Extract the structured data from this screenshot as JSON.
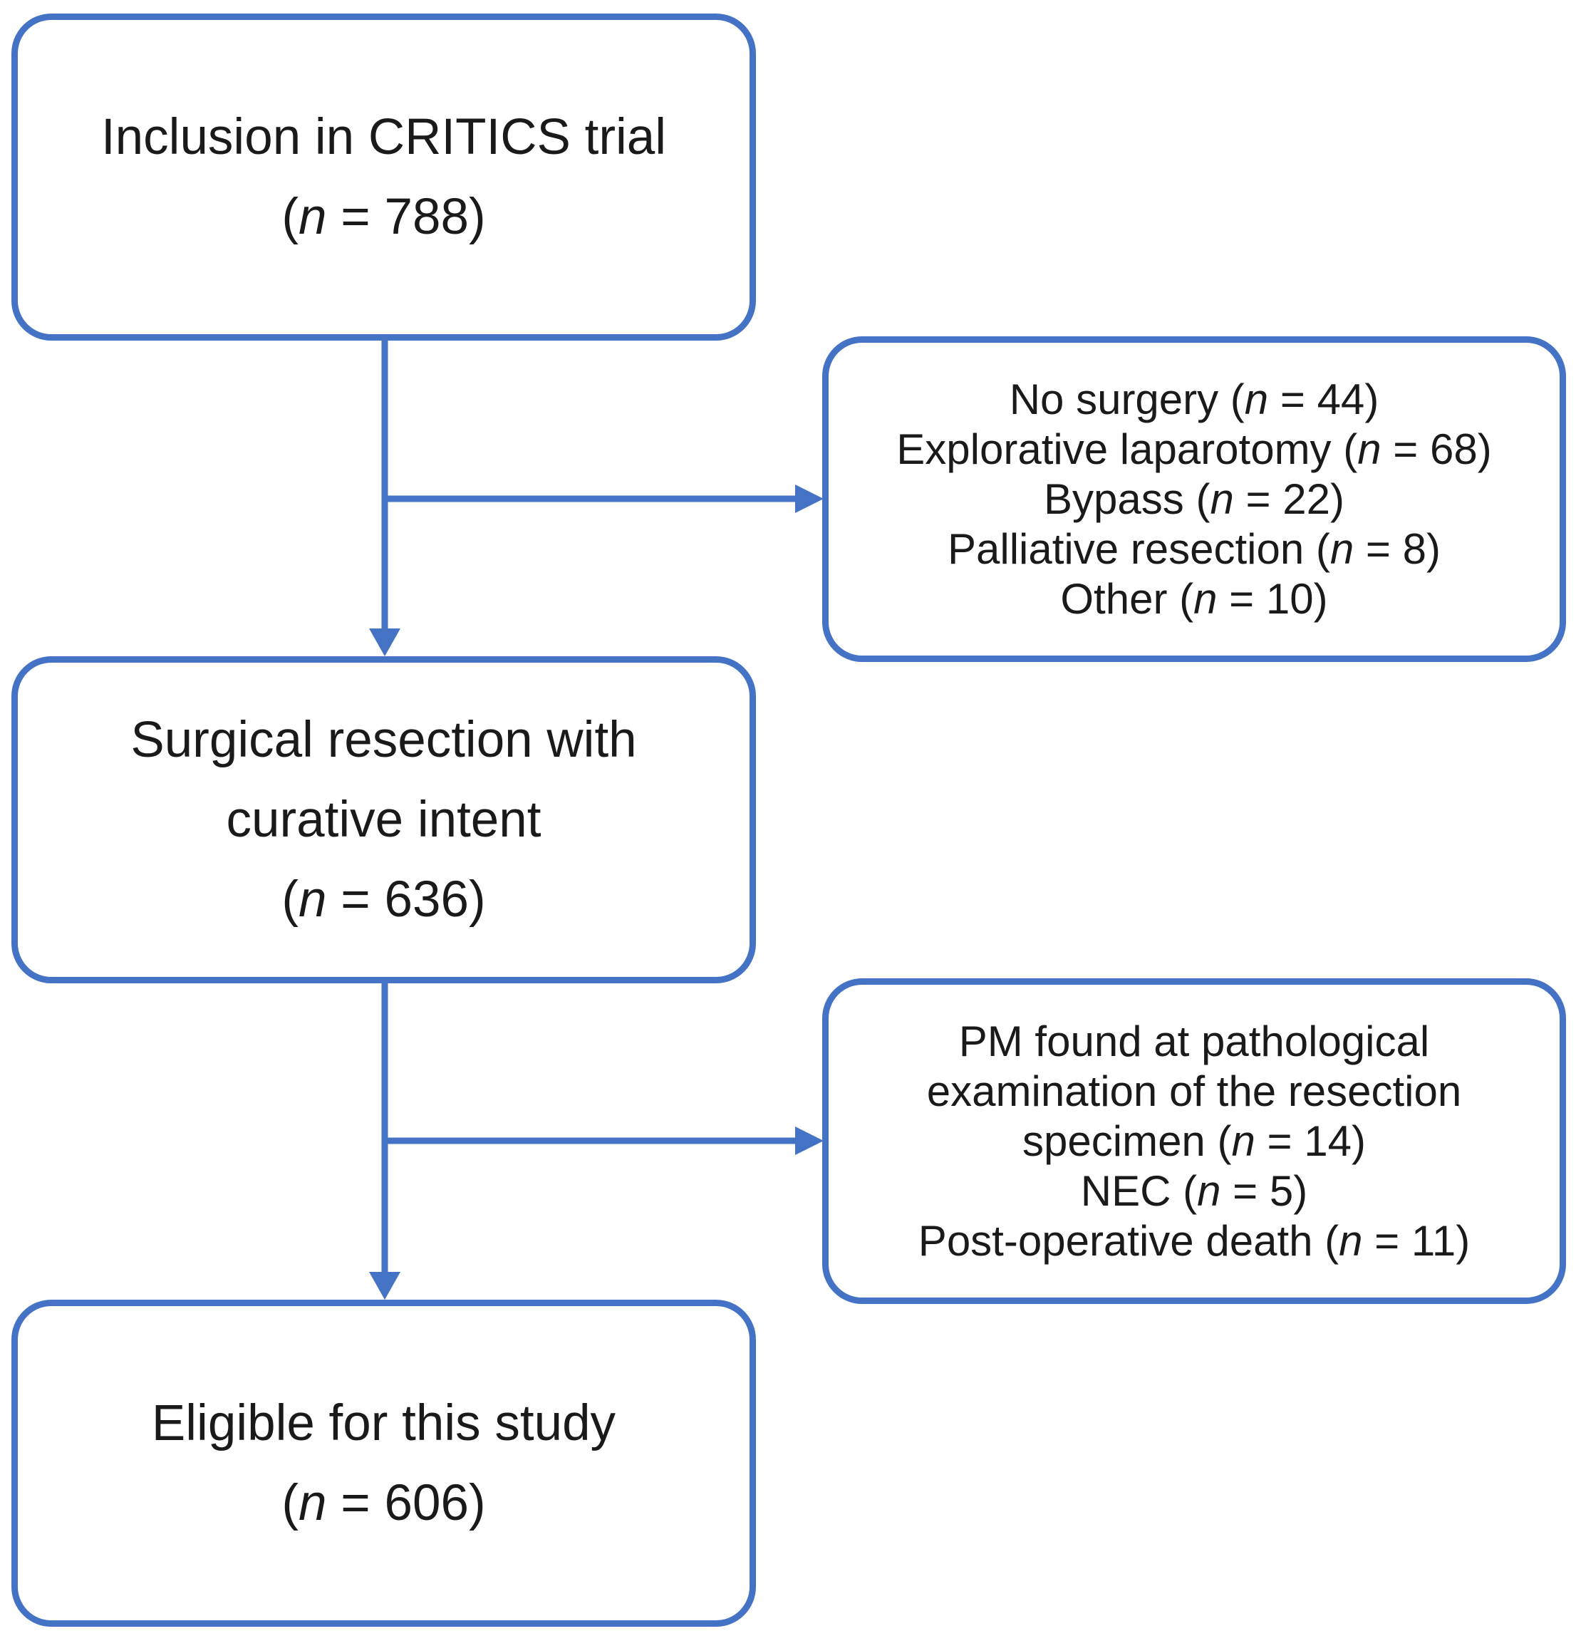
{
  "accent_color": "#4472C4",
  "main_boxes": {
    "inclusion": {
      "lines": [
        "Inclusion in CRITICS trial"
      ],
      "n": "788"
    },
    "surgical": {
      "lines": [
        "Surgical resection with",
        "curative intent"
      ],
      "n": "636"
    },
    "eligible": {
      "lines": [
        "Eligible for this study"
      ],
      "n": "606"
    }
  },
  "exclusions_1": [
    {
      "label": "No surgery",
      "n": "44"
    },
    {
      "label": "Explorative laparotomy",
      "n": "68"
    },
    {
      "label": "Bypass",
      "n": "22"
    },
    {
      "label": "Palliative resection",
      "n": "8"
    },
    {
      "label": "Other",
      "n": "10"
    }
  ],
  "exclusions_2": {
    "pm_line_1": "PM found at pathological",
    "pm_line_2": "examination of the resection",
    "pm_line_3_label": "specimen",
    "pm_n": "14",
    "items": [
      {
        "label": "NEC",
        "n": "5"
      },
      {
        "label": "Post-operative death",
        "n": "11"
      }
    ]
  },
  "n_symbol": "n",
  "n_equals": " = "
}
